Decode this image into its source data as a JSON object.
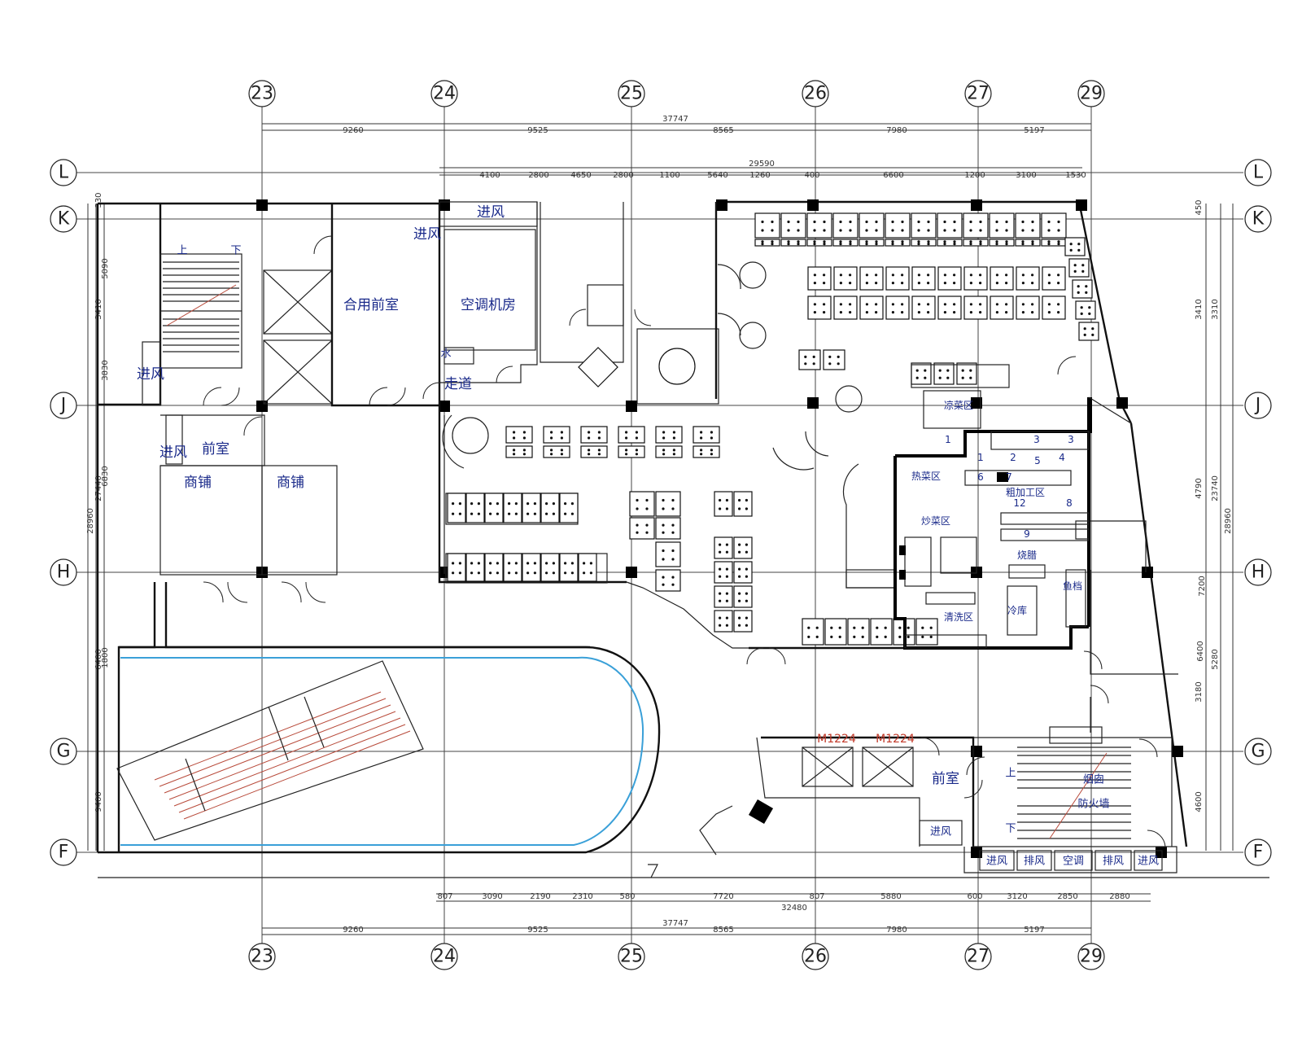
{
  "grid": {
    "columns": [
      "23",
      "24",
      "25",
      "26",
      "27",
      "29"
    ],
    "rows": [
      "L",
      "K",
      "J",
      "H",
      "G",
      "F"
    ]
  },
  "dimensions": {
    "top_outer_total": "37747",
    "top_outer": [
      "9260",
      "9525",
      "8565",
      "7980",
      "5197"
    ],
    "top_inner_total": "29590",
    "top_inner": [
      "4100",
      "2800",
      "4650",
      "2800",
      "1100",
      "5640",
      "1260",
      "400",
      "6600",
      "1200",
      "3100",
      "1530"
    ],
    "bottom_inner_total": "32480",
    "bottom_inner": [
      "807",
      "3090",
      "2190",
      "2310",
      "580",
      "7720",
      "807",
      "5880",
      "600",
      "3120",
      "2850",
      "2880"
    ],
    "bottom_outer_total": "37747",
    "bottom_outer": [
      "9260",
      "9525",
      "8565",
      "7980",
      "5197"
    ],
    "right": [
      "450",
      "3410",
      "3310",
      "4790",
      "23740",
      "7200",
      "28960",
      "5280",
      "3180",
      "6400",
      "4600"
    ],
    "left": [
      "330",
      "5090",
      "3410",
      "3830",
      "27440",
      "28960",
      "6830",
      "6400",
      "1800",
      "9400"
    ]
  },
  "rooms": {
    "shared_lobby": "合用前室",
    "ac_room": "空调机房",
    "corridor": "走道",
    "vestibule_left": "前室",
    "shop_1": "商铺",
    "shop_2": "商铺",
    "fresh_air_1": "进风",
    "fresh_air_2": "进风",
    "fresh_air_3": "进风",
    "fresh_air_4": "进风",
    "vestibule_right": "前室",
    "flue": "烟囱",
    "firewall": "防火墙",
    "door_m1224_a": "M1224",
    "door_m1224_b": "M1224",
    "water": "水",
    "up_1": "上",
    "down_1": "下",
    "up_2": "上",
    "down_2": "下"
  },
  "kitchen": {
    "cold_dish": "凉菜区",
    "hot_dish": "热菜区",
    "cook_area": "炒菜区",
    "prep_area": "粗加工区",
    "wash_area": "清洗区",
    "cold_store": "冷库",
    "roast_area": "烧腊",
    "fresh_area": "鱼档",
    "labels_num": [
      "1",
      "1",
      "2",
      "3",
      "3",
      "4",
      "5",
      "6",
      "7",
      "8",
      "9",
      "12"
    ]
  },
  "shafts": {
    "bottom": [
      "进风",
      "排风",
      "空调",
      "排风",
      "进风"
    ]
  },
  "colors": {
    "room_label": "#1a2a8a",
    "escalator_blue": "#3aa0d8",
    "escalator_red": "#b84a3a",
    "door_tag": "#c23a2a"
  }
}
